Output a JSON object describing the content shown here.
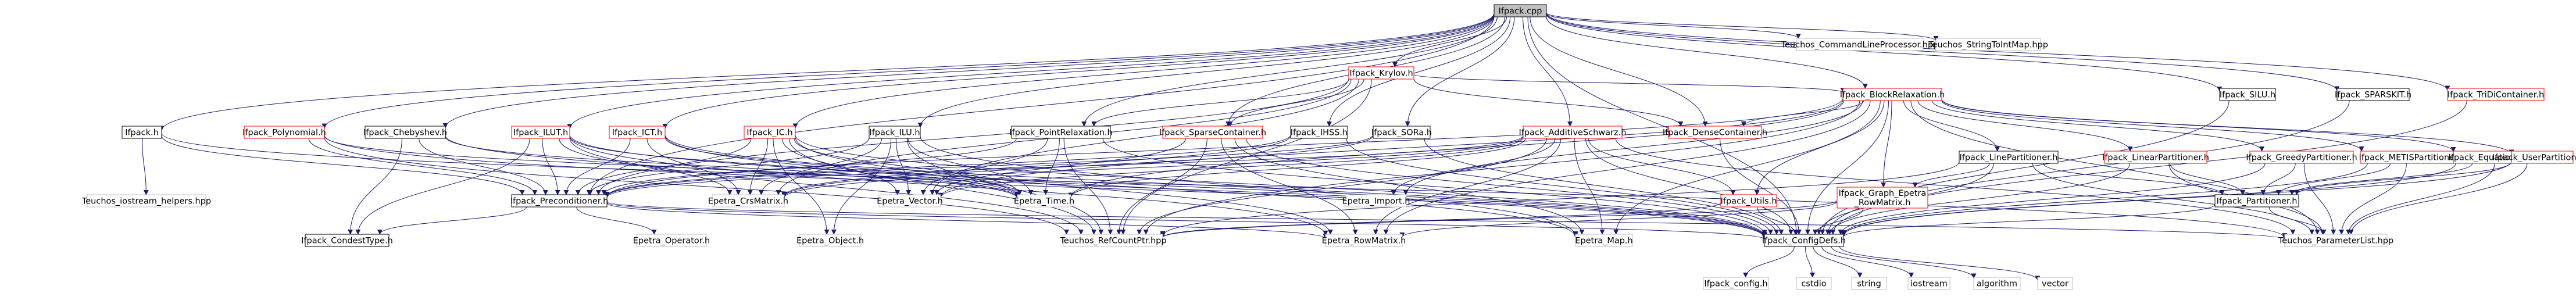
{
  "graph": {
    "edge_color": "#191970",
    "node_fill": "#ffffff",
    "root_fill": "#bfbfbf",
    "nodes": [
      {
        "id": "root",
        "label": "Ifpack.cpp",
        "style": "root"
      },
      {
        "id": "cmdline",
        "label": "Teuchos_CommandLineProcessor.hpp",
        "style": "external"
      },
      {
        "id": "strtoint",
        "label": "Teuchos_StringToIntMap.hpp",
        "style": "external"
      },
      {
        "id": "krylov",
        "label": "Ifpack_Krylov.h",
        "style": "truncated"
      },
      {
        "id": "blockrel",
        "label": "Ifpack_BlockRelaxation.h",
        "style": "truncated"
      },
      {
        "id": "tridi",
        "label": "Ifpack_TriDiContainer.h",
        "style": "truncated"
      },
      {
        "id": "silu",
        "label": "Ifpack_SILU.h",
        "style": "normal"
      },
      {
        "id": "sparskit",
        "label": "Ifpack_SPARSKIT.h",
        "style": "normal"
      },
      {
        "id": "ifpack_h",
        "label": "Ifpack.h",
        "style": "normal"
      },
      {
        "id": "poly",
        "label": "Ifpack_Polynomial.h",
        "style": "truncated"
      },
      {
        "id": "cheby",
        "label": "Ifpack_Chebyshev.h",
        "style": "normal"
      },
      {
        "id": "ilut",
        "label": "Ifpack_ILUT.h",
        "style": "truncated"
      },
      {
        "id": "ict",
        "label": "Ifpack_ICT.h",
        "style": "truncated"
      },
      {
        "id": "ic",
        "label": "Ifpack_IC.h",
        "style": "truncated"
      },
      {
        "id": "ilu",
        "label": "Ifpack_ILU.h",
        "style": "normal"
      },
      {
        "id": "pointrel",
        "label": "Ifpack_PointRelaxation.h",
        "style": "normal"
      },
      {
        "id": "sparsecont",
        "label": "Ifpack_SparseContainer.h",
        "style": "truncated"
      },
      {
        "id": "ihss",
        "label": "Ifpack_IHSS.h",
        "style": "normal"
      },
      {
        "id": "sora",
        "label": "Ifpack_SORa.h",
        "style": "normal"
      },
      {
        "id": "additive",
        "label": "Ifpack_AdditiveSchwarz.h",
        "style": "truncated"
      },
      {
        "id": "densecont",
        "label": "Ifpack_DenseContainer.h",
        "style": "truncated"
      },
      {
        "id": "linepart",
        "label": "Ifpack_LinePartitioner.h",
        "style": "normal"
      },
      {
        "id": "linearpart",
        "label": "Ifpack_LinearPartitioner.h",
        "style": "truncated"
      },
      {
        "id": "greedypart",
        "label": "Ifpack_GreedyPartitioner.h",
        "style": "truncated"
      },
      {
        "id": "metispart",
        "label": "Ifpack_METISPartitioner.h",
        "style": "truncated"
      },
      {
        "id": "eqpart",
        "label": "Ifpack_EquationPartitioner.h",
        "style": "truncated"
      },
      {
        "id": "userpart",
        "label": "Ifpack_UserPartitioner.h",
        "style": "truncated"
      },
      {
        "id": "iostream_helpers",
        "label": "Teuchos_iostream_helpers.hpp",
        "style": "external"
      },
      {
        "id": "precond",
        "label": "Ifpack_Preconditioner.h",
        "style": "normal"
      },
      {
        "id": "crsmatrix",
        "label": "Epetra_CrsMatrix.h",
        "style": "external"
      },
      {
        "id": "vector",
        "label": "Epetra_Vector.h",
        "style": "external"
      },
      {
        "id": "time",
        "label": "Epetra_Time.h",
        "style": "external"
      },
      {
        "id": "import",
        "label": "Epetra_Import.h",
        "style": "external"
      },
      {
        "id": "utils",
        "label": "Ifpack_Utils.h",
        "style": "truncated"
      },
      {
        "id": "graph_epetra",
        "label_lines": [
          "Ifpack_Graph_Epetra",
          "_RowMatrix.h"
        ],
        "style": "truncated"
      },
      {
        "id": "partitioner",
        "label": "Ifpack_Partitioner.h",
        "style": "normal"
      },
      {
        "id": "condest",
        "label": "Ifpack_CondestType.h",
        "style": "normal"
      },
      {
        "id": "operator",
        "label": "Epetra_Operator.h",
        "style": "external"
      },
      {
        "id": "object",
        "label": "Epetra_Object.h",
        "style": "external"
      },
      {
        "id": "rcp",
        "label": "Teuchos_RefCountPtr.hpp",
        "style": "external"
      },
      {
        "id": "rowmatrix",
        "label": "Epetra_RowMatrix.h",
        "style": "external"
      },
      {
        "id": "map",
        "label": "Epetra_Map.h",
        "style": "external"
      },
      {
        "id": "configdefs",
        "label": "Ifpack_ConfigDefs.h",
        "style": "normal"
      },
      {
        "id": "paramlist",
        "label": "Teuchos_ParameterList.hpp",
        "style": "external"
      },
      {
        "id": "config",
        "label": "Ifpack_config.h",
        "style": "external"
      },
      {
        "id": "cstdio",
        "label": "cstdio",
        "style": "external"
      },
      {
        "id": "string",
        "label": "string",
        "style": "external"
      },
      {
        "id": "iostream",
        "label": "iostream",
        "style": "external"
      },
      {
        "id": "algorithm",
        "label": "algorithm",
        "style": "external"
      },
      {
        "id": "vector_std",
        "label": "vector",
        "style": "external"
      }
    ],
    "edges": [
      [
        "root",
        "cmdline"
      ],
      [
        "root",
        "strtoint"
      ],
      [
        "root",
        "krylov"
      ],
      [
        "root",
        "blockrel"
      ],
      [
        "root",
        "tridi"
      ],
      [
        "root",
        "silu"
      ],
      [
        "root",
        "sparskit"
      ],
      [
        "root",
        "ifpack_h"
      ],
      [
        "root",
        "poly"
      ],
      [
        "root",
        "cheby"
      ],
      [
        "root",
        "ilut"
      ],
      [
        "root",
        "ict"
      ],
      [
        "root",
        "ic"
      ],
      [
        "root",
        "ilu"
      ],
      [
        "root",
        "pointrel"
      ],
      [
        "root",
        "sparsecont"
      ],
      [
        "root",
        "ihss"
      ],
      [
        "root",
        "sora"
      ],
      [
        "root",
        "additive"
      ],
      [
        "root",
        "densecont"
      ],
      [
        "root",
        "configdefs"
      ],
      [
        "root",
        "precond"
      ],
      [
        "krylov",
        "precond"
      ],
      [
        "krylov",
        "pointrel"
      ],
      [
        "krylov",
        "sparsecont"
      ],
      [
        "krylov",
        "blockrel"
      ],
      [
        "krylov",
        "densecont"
      ],
      [
        "krylov",
        "rcp"
      ],
      [
        "krylov",
        "vector"
      ],
      [
        "krylov",
        "crsmatrix"
      ],
      [
        "blockrel",
        "densecont"
      ],
      [
        "blockrel",
        "linepart"
      ],
      [
        "blockrel",
        "linearpart"
      ],
      [
        "blockrel",
        "greedypart"
      ],
      [
        "blockrel",
        "metispart"
      ],
      [
        "blockrel",
        "eqpart"
      ],
      [
        "blockrel",
        "userpart"
      ],
      [
        "blockrel",
        "precond"
      ],
      [
        "blockrel",
        "utils"
      ],
      [
        "blockrel",
        "graph_epetra"
      ],
      [
        "blockrel",
        "import"
      ],
      [
        "blockrel",
        "vector"
      ],
      [
        "blockrel",
        "time"
      ],
      [
        "blockrel",
        "map"
      ],
      [
        "blockrel",
        "rowmatrix"
      ],
      [
        "blockrel",
        "configdefs"
      ],
      [
        "blockrel",
        "paramlist"
      ],
      [
        "blockrel",
        "rcp"
      ],
      [
        "tridi",
        "configdefs"
      ],
      [
        "silu",
        "configdefs"
      ],
      [
        "sparskit",
        "configdefs"
      ],
      [
        "ifpack_h",
        "precond"
      ],
      [
        "ifpack_h",
        "iostream_helpers"
      ],
      [
        "ifpack_h",
        "paramlist"
      ],
      [
        "poly",
        "precond"
      ],
      [
        "poly",
        "time"
      ],
      [
        "poly",
        "configdefs"
      ],
      [
        "poly",
        "rcp"
      ],
      [
        "cheby",
        "precond"
      ],
      [
        "cheby",
        "condest"
      ],
      [
        "cheby",
        "time"
      ],
      [
        "cheby",
        "configdefs"
      ],
      [
        "ilut",
        "precond"
      ],
      [
        "ilut",
        "condest"
      ],
      [
        "ilut",
        "crsmatrix"
      ],
      [
        "ilut",
        "time"
      ],
      [
        "ilut",
        "configdefs"
      ],
      [
        "ilut",
        "rcp"
      ],
      [
        "ilut",
        "rowmatrix"
      ],
      [
        "ict",
        "precond"
      ],
      [
        "ict",
        "crsmatrix"
      ],
      [
        "ict",
        "time"
      ],
      [
        "ict",
        "configdefs"
      ],
      [
        "ict",
        "map"
      ],
      [
        "ic",
        "precond"
      ],
      [
        "ic",
        "crsmatrix"
      ],
      [
        "ic",
        "vector"
      ],
      [
        "ic",
        "time"
      ],
      [
        "ic",
        "object"
      ],
      [
        "ic",
        "rcp"
      ],
      [
        "ic",
        "rowmatrix"
      ],
      [
        "ic",
        "configdefs"
      ],
      [
        "ilu",
        "precond"
      ],
      [
        "ilu",
        "crsmatrix"
      ],
      [
        "ilu",
        "vector"
      ],
      [
        "ilu",
        "time"
      ],
      [
        "ilu",
        "object"
      ],
      [
        "ilu",
        "rcp"
      ],
      [
        "ilu",
        "map"
      ],
      [
        "pointrel",
        "precond"
      ],
      [
        "pointrel",
        "vector"
      ],
      [
        "pointrel",
        "time"
      ],
      [
        "pointrel",
        "rcp"
      ],
      [
        "pointrel",
        "configdefs"
      ],
      [
        "sparsecont",
        "vector"
      ],
      [
        "sparsecont",
        "rowmatrix"
      ],
      [
        "sparsecont",
        "rcp"
      ],
      [
        "sparsecont",
        "map"
      ],
      [
        "sparsecont",
        "configdefs"
      ],
      [
        "ihss",
        "precond"
      ],
      [
        "ihss",
        "configdefs"
      ],
      [
        "ihss",
        "crsmatrix"
      ],
      [
        "sora",
        "precond"
      ],
      [
        "sora",
        "crsmatrix"
      ],
      [
        "sora",
        "configdefs"
      ],
      [
        "additive",
        "precond"
      ],
      [
        "additive",
        "crsmatrix"
      ],
      [
        "additive",
        "vector"
      ],
      [
        "additive",
        "time"
      ],
      [
        "additive",
        "import"
      ],
      [
        "additive",
        "map"
      ],
      [
        "additive",
        "rowmatrix"
      ],
      [
        "additive",
        "rcp"
      ],
      [
        "additive",
        "configdefs"
      ],
      [
        "additive",
        "paramlist"
      ],
      [
        "additive",
        "utils"
      ],
      [
        "densecont",
        "configdefs"
      ],
      [
        "linepart",
        "partitioner"
      ],
      [
        "linepart",
        "graph_epetra"
      ],
      [
        "linepart",
        "configdefs"
      ],
      [
        "linepart",
        "paramlist"
      ],
      [
        "linepart",
        "rcp"
      ],
      [
        "linearpart",
        "partitioner"
      ],
      [
        "linearpart",
        "configdefs"
      ],
      [
        "linearpart",
        "paramlist"
      ],
      [
        "greedypart",
        "partitioner"
      ],
      [
        "greedypart",
        "configdefs"
      ],
      [
        "greedypart",
        "paramlist"
      ],
      [
        "metispart",
        "partitioner"
      ],
      [
        "metispart",
        "configdefs"
      ],
      [
        "metispart",
        "paramlist"
      ],
      [
        "eqpart",
        "partitioner"
      ],
      [
        "eqpart",
        "configdefs"
      ],
      [
        "eqpart",
        "paramlist"
      ],
      [
        "userpart",
        "partitioner"
      ],
      [
        "userpart",
        "configdefs"
      ],
      [
        "userpart",
        "paramlist"
      ],
      [
        "precond",
        "configdefs"
      ],
      [
        "precond",
        "condest"
      ],
      [
        "precond",
        "operator"
      ],
      [
        "precond",
        "rowmatrix"
      ],
      [
        "precond",
        "paramlist"
      ],
      [
        "utils",
        "configdefs"
      ],
      [
        "utils",
        "rcp"
      ],
      [
        "graph_epetra",
        "rowmatrix"
      ],
      [
        "graph_epetra",
        "rcp"
      ],
      [
        "graph_epetra",
        "configdefs"
      ],
      [
        "partitioner",
        "configdefs"
      ],
      [
        "partitioner",
        "paramlist"
      ],
      [
        "configdefs",
        "config"
      ],
      [
        "configdefs",
        "cstdio"
      ],
      [
        "configdefs",
        "string"
      ],
      [
        "configdefs",
        "iostream"
      ],
      [
        "configdefs",
        "algorithm"
      ],
      [
        "configdefs",
        "vector_std"
      ]
    ]
  }
}
